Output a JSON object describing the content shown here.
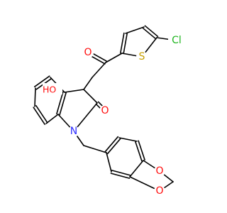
{
  "colors": {
    "bond": "#000000",
    "oxygen": "#ff0d0d",
    "nitrogen": "#2e2eff",
    "sulfur": "#c8a000",
    "chlorine": "#1fb51f",
    "carbon": "#000000"
  },
  "atoms": {
    "o_ketone": "O",
    "s_thiophene": "S",
    "cl": "Cl",
    "oh": "HO",
    "o_lactam": "O",
    "n_indole": "N",
    "o_dioxole_1": "O",
    "o_dioxole_2": "O"
  }
}
